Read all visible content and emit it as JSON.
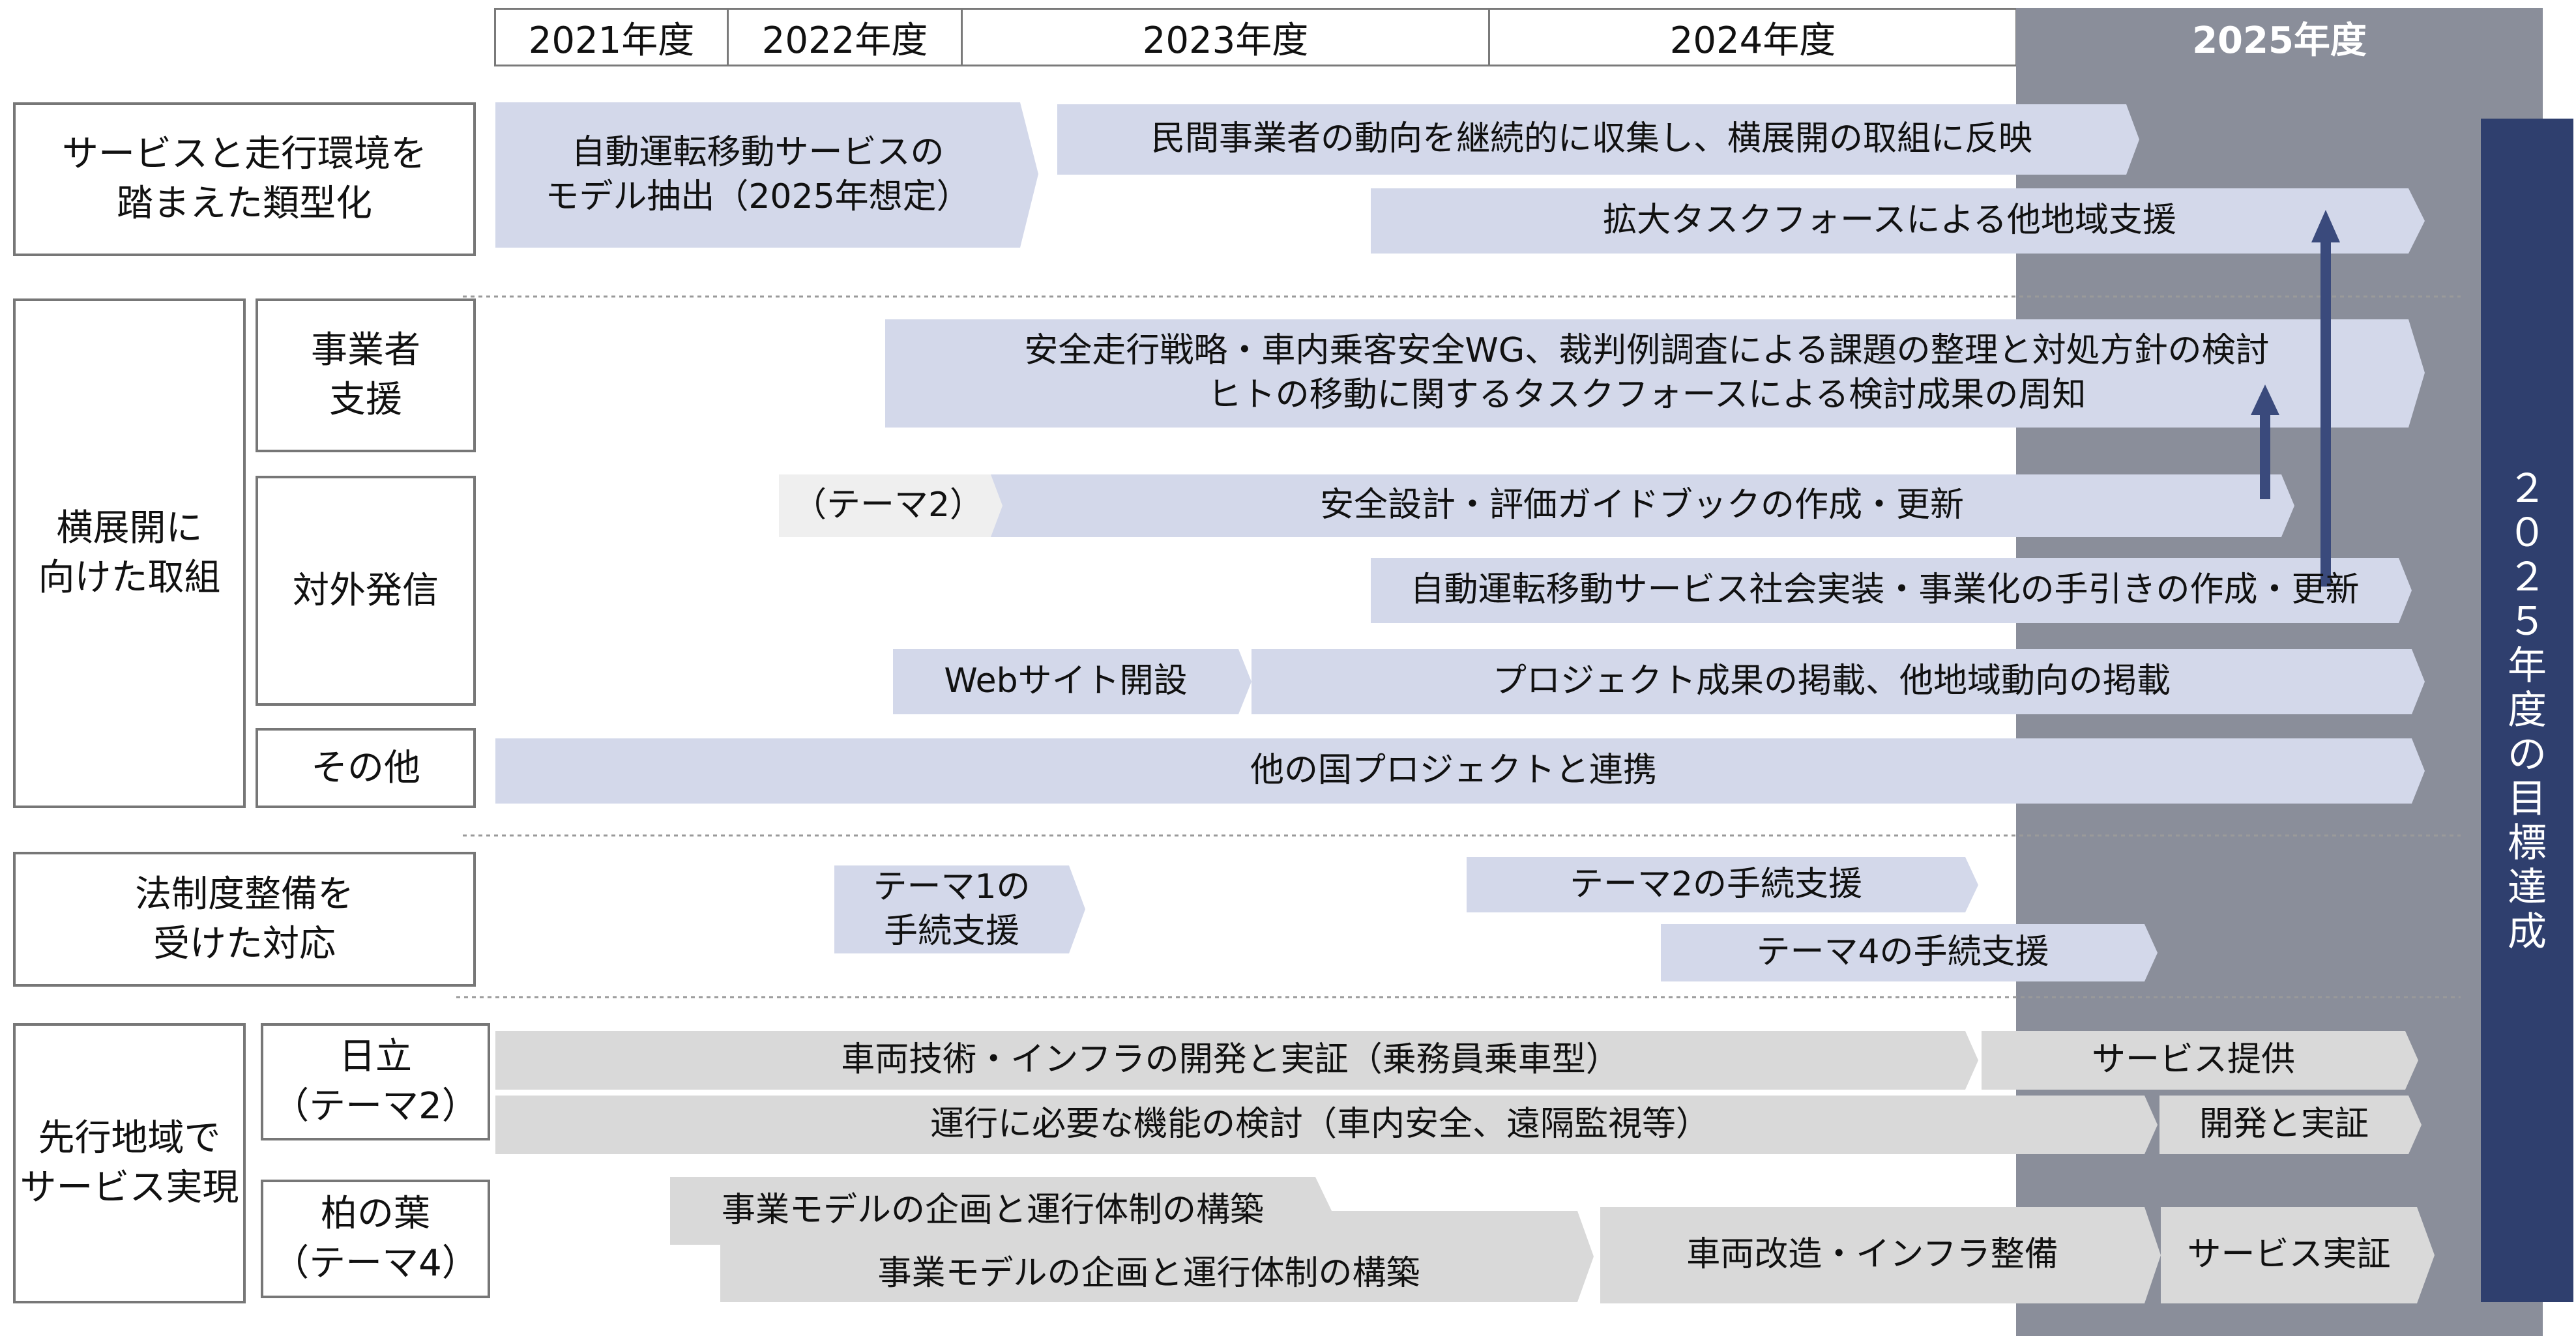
{
  "colors": {
    "future_band": "#8a8e9a",
    "arrow_blue": "#d3d8ea",
    "arrow_gray": "#d9d9d9",
    "arrow_light": "#efefef",
    "goal_box": "#2f3f6e",
    "up_arrow": "#3a4a7c"
  },
  "years": [
    "2021年度",
    "2022年度",
    "2023年度",
    "2024年度",
    "2025年度"
  ],
  "sections": {
    "typing": "サービスと走行環境を\n踏まえた類型化",
    "horizontal": "横展開に\n向けた取組",
    "operator": "事業者\n支援",
    "external": "対外発信",
    "other": "その他",
    "legal": "法制度整備を\n受けた対応",
    "pioneer": "先行地域で\nサービス実現",
    "hitachi": "日立\n（テーマ2）",
    "kashiwa": "柏の葉\n（テーマ4）"
  },
  "bars": {
    "model_extract": "自動運転移動サービスの\nモデル抽出（2025年想定）",
    "private_trend": "民間事業者の動向を継続的に収集し、横展開の取組に反映",
    "taskforce_support": "拡大タスクフォースによる他地域支援",
    "safety_strategy": "安全走行戦略・車内乗客安全WG、裁判例調査による課題の整理と対処方針の検討\nヒトの移動に関するタスクフォースによる検討成果の周知",
    "theme2_tag": "（テーマ2）",
    "guidebook": "安全設計・評価ガイドブックの作成・更新",
    "handbook": "自動運転移動サービス社会実装・事業化の手引きの作成・更新",
    "website": "Webサイト開設",
    "publish": "プロジェクト成果の掲載、他地域動向の掲載",
    "national": "他の国プロジェクトと連携",
    "theme1_proc": "テーマ1の\n手続支援",
    "theme2_proc": "テーマ2の手続支援",
    "theme4_proc": "テーマ4の手続支援",
    "vehicle_tech": "車両技術・インフラの開発と実証（乗務員乗車型）",
    "service_provide": "サービス提供",
    "operation_func": "運行に必要な機能の検討（車内安全、遠隔監視等）",
    "dev_verify": "開発と実証",
    "biz_model_1": "事業モデルの企画と運行体制の構築",
    "biz_model_2": "事業モデルの企画と運行体制の構築",
    "vehicle_mod": "車両改造・インフラ整備",
    "service_verify": "サービス実証"
  },
  "goal": "２０２５年度の目標達成"
}
